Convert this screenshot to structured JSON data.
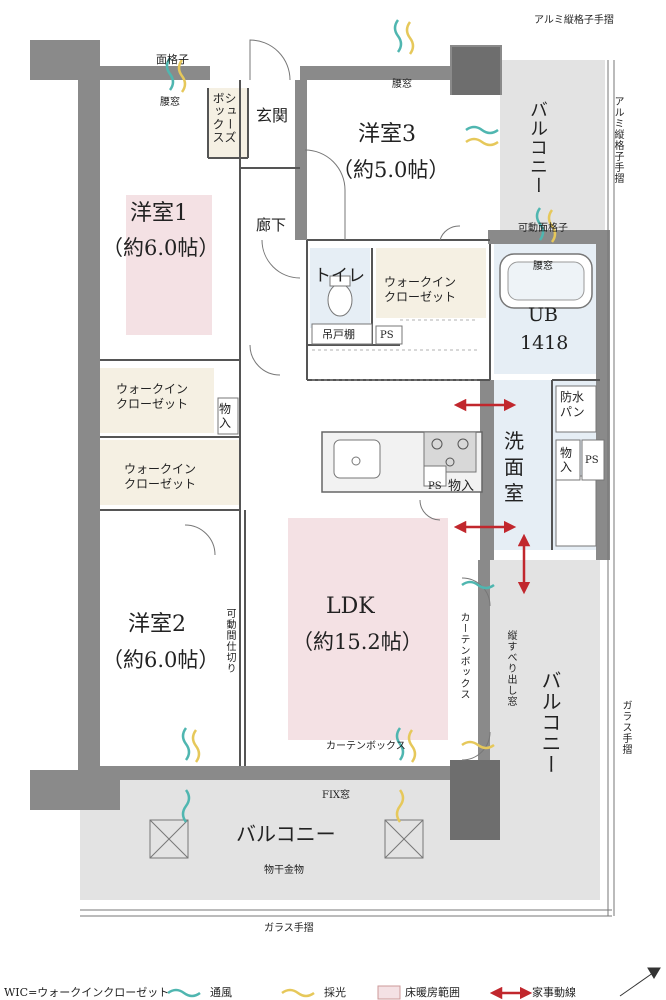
{
  "rooms": {
    "western1": {
      "name": "洋室1",
      "size": "（約6.0帖）"
    },
    "western2": {
      "name": "洋室2",
      "size": "（約6.0帖）"
    },
    "western3": {
      "name": "洋室3",
      "size": "（約5.0帖）"
    },
    "ldk": {
      "name": "LDK",
      "size": "（約15.2帖）"
    },
    "ub": {
      "name": "UB",
      "size": "1418"
    },
    "washroom": "洗面室",
    "toilet": "トイレ",
    "entrance": "玄関",
    "corridor": "廊下"
  },
  "labels": {
    "shoe_box": "シューズボックス",
    "wic1": "ウォークインクローゼット",
    "wic_top1": "ウォークイン",
    "wic_bot1": "クローゼット",
    "storage": "物入",
    "ps": "PS",
    "hanging_shelf": "吊戸棚",
    "waterproof_pan": "防水パン",
    "balcony": "バルコニー",
    "men_koshi": "面格子",
    "koshimado": "腰窓",
    "aluminum_rail_top": "アルミ縦格子手摺",
    "aluminum_rail_side": "アルミ縦格子手摺",
    "movable_lattice": "可動面格子",
    "movable_partition": "可動間仕切り",
    "curtain_box_v": "カーテンボックス",
    "curtain_box_h": "カーテンボックス",
    "fix_window": "FIX窓",
    "slide_window": "縦すべり出し窓",
    "clothes_hanger": "物干金物",
    "glass_rail_bottom": "ガラス手摺",
    "glass_rail_side": "ガラス手摺"
  },
  "legend": {
    "wic_def": "WIC=ウォークインクローゼット",
    "ventilation": "通風",
    "daylight": "採光",
    "floor_heating": "床暖房範囲",
    "housework": "家事動線"
  },
  "colors": {
    "wall": "#8a8a8a",
    "wall_dark": "#6e6e6e",
    "balcony": "#e3e3e3",
    "wic": "#f5f0e3",
    "wet": "#e6eef5",
    "floor_heat": "#f4e1e4",
    "vent": "#4fb6b0",
    "light": "#e6c85a",
    "arrow": "#c1272d"
  }
}
